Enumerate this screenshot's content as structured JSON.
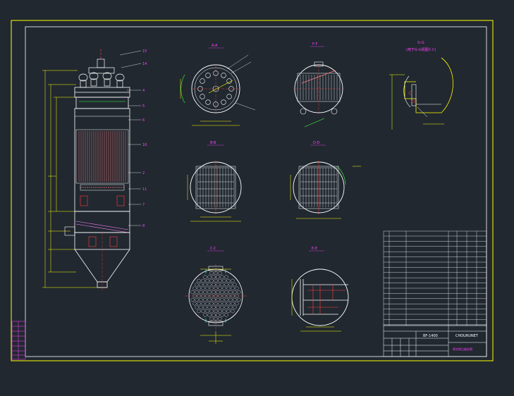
{
  "colors": {
    "background": "#212830",
    "frame_outer": "#ffff00",
    "frame_inner": "#ffffff",
    "geometry": "#ffffff",
    "dimension": "#ffff00",
    "label": "#ff40ff",
    "centerline": "#ff4040",
    "accent_green": "#40ff40",
    "accent_cyan": "#40ffff"
  },
  "views": {
    "a_a": "A-A",
    "f_f": "F-F",
    "g_g": "G-G",
    "g_g_note": "(用于G-G视图C-C)",
    "b_b": "B-B",
    "d_d": "D-D",
    "c_c": "C-C",
    "e_e": "E-E"
  },
  "title_block": {
    "company": "CHOURUNET",
    "drawing_title": "袋式除尘器总图",
    "model": "BF-1400"
  }
}
